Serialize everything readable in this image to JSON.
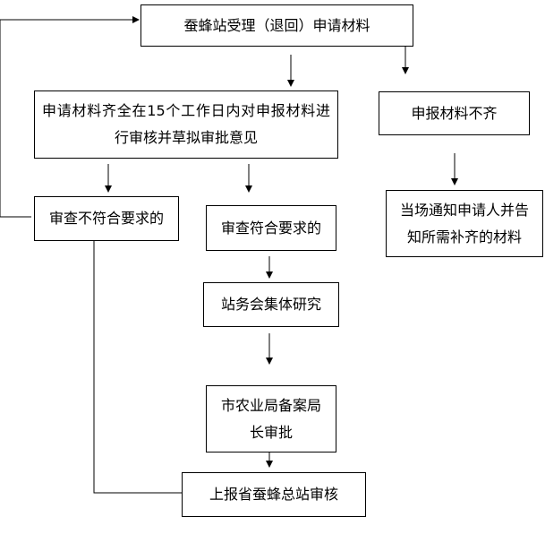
{
  "flowchart": {
    "start": "蚕蜂站受理（退回）申请材料",
    "review": "申请材料齐全在15个工作日内对申报材料进行审核并草拟审批意见",
    "incomplete": "申报材料不齐",
    "notify": "当场通知申请人并告知所需补齐的材料",
    "not_compliant": "审查不符合要求的",
    "compliant": "审查符合要求的",
    "study": "站务会集体研究",
    "file": "市农业局备案局长审批",
    "report": "上报省蚕蜂总站审核"
  }
}
